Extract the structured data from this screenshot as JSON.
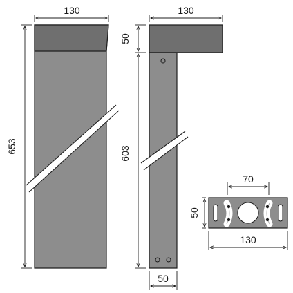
{
  "title": "",
  "colors": {
    "body": "#8d8d8d",
    "head": "#6f6f6f",
    "line": "#1e1e1e",
    "background": "#ffffff"
  },
  "front_view": {
    "width_label": "130",
    "height_label": "653"
  },
  "side_view": {
    "width_label": "130",
    "head_height_label": "50",
    "body_height_label": "603",
    "depth_label": "50"
  },
  "base_plate": {
    "hole_spacing_label": "70",
    "height_label": "50",
    "width_label": "130"
  }
}
